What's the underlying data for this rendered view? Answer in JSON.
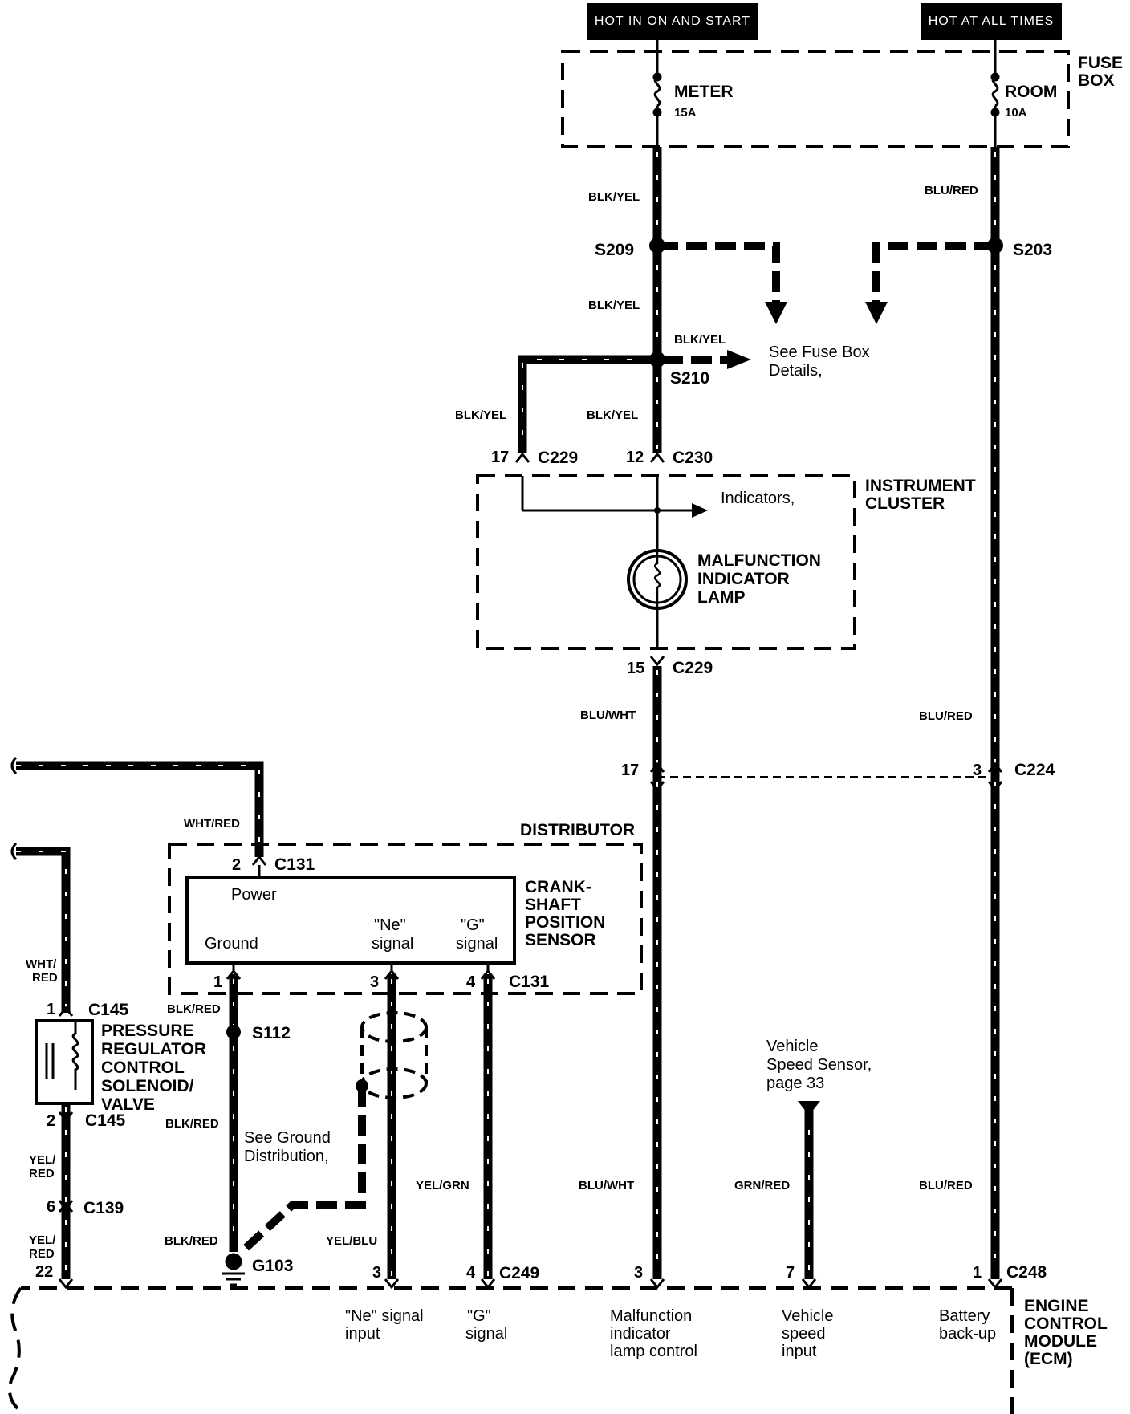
{
  "headers": {
    "hot_in_on_start": "HOT IN ON AND START",
    "hot_at_all_times": "HOT AT ALL TIMES"
  },
  "fuse_box": {
    "title_line1": "FUSE",
    "title_line2": "BOX",
    "meter_name": "METER",
    "meter_rating": "15A",
    "room_name": "ROOM",
    "room_rating": "10A"
  },
  "wires": {
    "blk_yel": "BLK/YEL",
    "blu_red": "BLU/RED",
    "blu_wht": "BLU/WHT",
    "wht_red": "WHT/RED",
    "wht_red_stack1": "WHT/",
    "wht_red_stack2": "RED",
    "blk_red": "BLK/RED",
    "yel_red_stack1": "YEL/",
    "yel_red_stack2": "RED",
    "yel_grn": "YEL/GRN",
    "yel_blu": "YEL/BLU",
    "grn_red": "GRN/RED"
  },
  "splices": {
    "s209": "S209",
    "s203": "S203",
    "s210": "S210",
    "s112": "S112",
    "g103": "G103"
  },
  "connectors": {
    "c229": "C229",
    "c230": "C230",
    "c224": "C224",
    "c131": "C131",
    "c145": "C145",
    "c139": "C139",
    "c249": "C249",
    "c248": "C248"
  },
  "pins": {
    "p17": "17",
    "p12": "12",
    "p15": "15",
    "p3": "3",
    "p2": "2",
    "p1": "1",
    "p4": "4",
    "p6": "6",
    "p22": "22",
    "p7": "7"
  },
  "notes": {
    "see_fuse_box_1": "See Fuse Box",
    "see_fuse_box_2": "Details,",
    "indicators": "Indicators,",
    "see_ground_1": "See Ground",
    "see_ground_2": "Distribution,",
    "vss_1": "Vehicle",
    "vss_2": "Speed Sensor,",
    "vss_3": "page 33"
  },
  "instrument_cluster": {
    "title1": "INSTRUMENT",
    "title2": "CLUSTER",
    "lamp1": "MALFUNCTION",
    "lamp2": "INDICATOR",
    "lamp3": "LAMP"
  },
  "distributor": {
    "title": "DISTRIBUTOR",
    "power": "Power",
    "ground": "Ground",
    "ne1": "\"Ne\"",
    "ne2": "signal",
    "g1": "\"G\"",
    "g2": "signal",
    "sensor1": "CRANK-",
    "sensor2": "SHAFT",
    "sensor3": "POSITION",
    "sensor4": "SENSOR"
  },
  "pressure_regulator": {
    "l1": "PRESSURE",
    "l2": "REGULATOR",
    "l3": "CONTROL",
    "l4": "SOLENOID/",
    "l5": "VALVE"
  },
  "ecm": {
    "title1": "ENGINE",
    "title2": "CONTROL",
    "title3": "MODULE",
    "title4": "(ECM)",
    "ne_input1": "\"Ne\" signal",
    "ne_input2": "input",
    "g_signal1": "\"G\"",
    "g_signal2": "signal",
    "mil1": "Malfunction",
    "mil2": "indicator",
    "mil3": "lamp control",
    "vs1": "Vehicle",
    "vs2": "speed",
    "vs3": "input",
    "bat1": "Battery",
    "bat2": "back-up"
  }
}
